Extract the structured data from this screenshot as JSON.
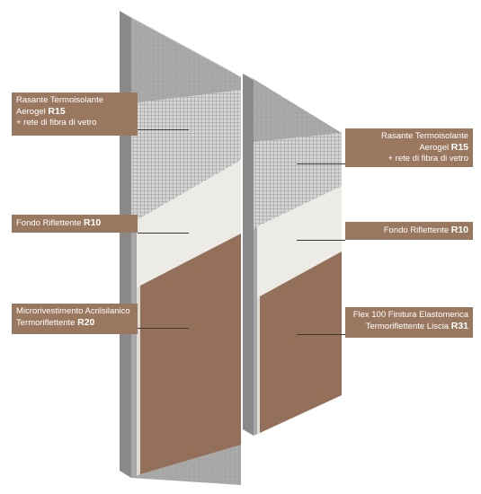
{
  "left_wall": {
    "labels": [
      {
        "line1": "Rasante Termoisolante",
        "line2_text": "Aerogel ",
        "code": "R15",
        "line3": "+ rete di fibra di vetro"
      },
      {
        "text": "Fondo Riflettente ",
        "code": "R10"
      },
      {
        "line1": "Microrivestimento Acrilsilanico",
        "line2_text": "Termoriflettente ",
        "code": "R20"
      }
    ]
  },
  "right_wall": {
    "labels": [
      {
        "line1": "Rasante Termoisolante",
        "line2_text": "Aerogel ",
        "code": "R15",
        "line3": "+ rete di fibra di vetro"
      },
      {
        "text": "Fondo Riflettente ",
        "code": "R10"
      },
      {
        "line1": "Flex 100 Finitura Elastomerica",
        "line2_text": "Termoriflettente Liscia ",
        "code": "R31"
      }
    ]
  },
  "colors": {
    "label_bg": "#9a7860",
    "concrete": "#a9a9a9",
    "mesh_base": "#cfcfcf",
    "primer": "#ecebe5",
    "finish": "#94705a"
  }
}
